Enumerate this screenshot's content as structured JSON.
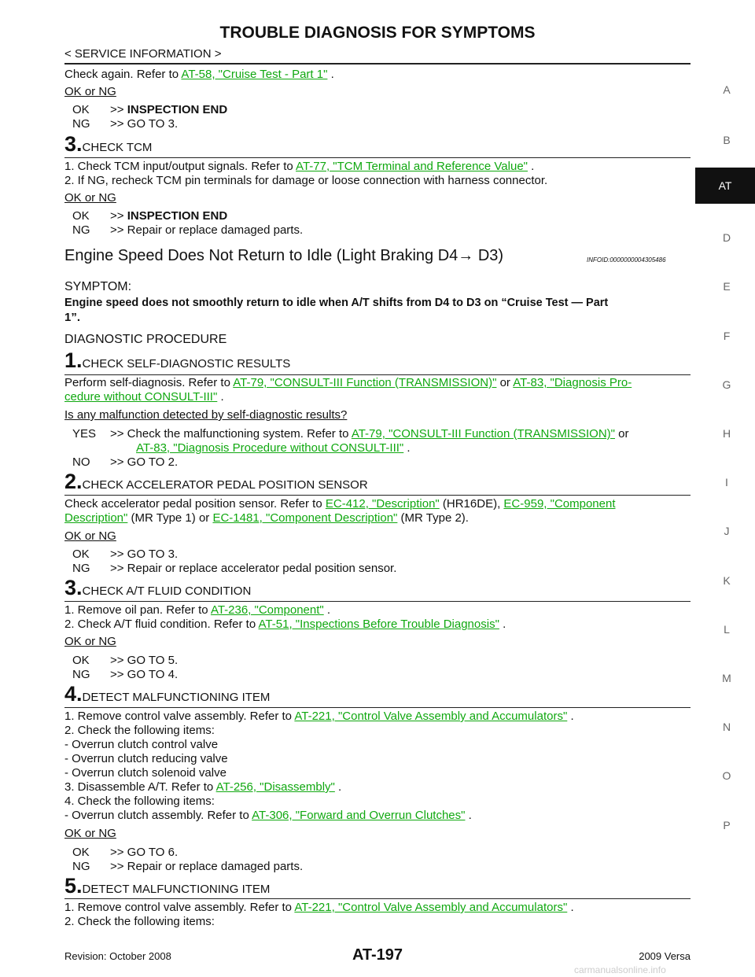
{
  "header": {
    "title": "TROUBLE DIAGNOSIS FOR SYMPTOMS",
    "section": "< SERVICE INFORMATION >"
  },
  "side_tabs": [
    "A",
    "B",
    "AT",
    "D",
    "E",
    "F",
    "G",
    "H",
    "I",
    "J",
    "K",
    "L",
    "M",
    "N",
    "O",
    "P"
  ],
  "active_tab": "AT",
  "content": {
    "l1a": "Check again. Refer to ",
    "l1link": "AT-58, \"Cruise Test - Part 1\"",
    "l1b": " .",
    "okng1": "OK or NG",
    "ok1a": "OK",
    "ok1b": ">> ",
    "ok1c": "INSPECTION END",
    "ng1a": "NG",
    "ng1b": ">> GO TO 3.",
    "s3num": "3.",
    "s3title": "CHECK TCM",
    "s3l1a": "1.  Check TCM input/output signals. Refer to ",
    "s3l1link": "AT-77, \"TCM Terminal and Reference Value\"",
    "s3l1b": " .",
    "s3l2": "2.  If NG, recheck TCM pin terminals for damage or loose connection with harness connector.",
    "okng2": "OK or NG",
    "ok2a": "OK",
    "ok2b": ">> ",
    "ok2c": "INSPECTION END",
    "ng2a": "NG",
    "ng2b": ">> Repair or replace damaged parts.",
    "h2": "Engine Speed Does Not Return to Idle (Light Braking D4→ D3)",
    "infoid": "INFOID:0000000004305486",
    "symptom_h": "SYMPTOM:",
    "symptom1": "Engine speed does not smoothly return to idle when A/T shifts from D4  to D3  on “Cruise Test — Part",
    "symptom2": "1”.",
    "diag_h": "DIAGNOSTIC PROCEDURE",
    "d1num": "1.",
    "d1title": "CHECK SELF-DIAGNOSTIC RESULTS",
    "d1l1a": "Perform self-diagnosis. Refer to ",
    "d1l1link1": "AT-79, \"CONSULT-III Function (TRANSMISSION)\"",
    "d1l1b": "  or ",
    "d1l1link2": "AT-83, \"Diagnosis Pro-",
    "d1l2link": "cedure without CONSULT-III\"",
    "d1l2b": " .",
    "d1q": "Is any malfunction detected by self-diagnostic results?",
    "yes_a": "YES",
    "yes_b": ">> Check the malfunctioning system. Refer to ",
    "yes_link": "AT-79, \"CONSULT-III Function (TRANSMISSION)\"",
    "yes_c": "  or",
    "yes_link2": "AT-83, \"Diagnosis Procedure without CONSULT-III\"",
    "yes_d": " .",
    "no_a": "NO",
    "no_b": ">> GO TO 2.",
    "d2num": "2.",
    "d2title": "CHECK ACCELERATOR PEDAL POSITION SENSOR",
    "d2l1a": "Check  accelerator  pedal  position  sensor.  Refer  to  ",
    "d2l1link1": "EC-412, \"Description\"",
    "d2l1b": "  (HR16DE),  ",
    "d2l1link2": "EC-959, \"Component",
    "d2l2link1": "Description\"",
    "d2l2a": " (MR Type 1) or ",
    "d2l2link2": "EC-1481, \"Component Description\"",
    "d2l2b": " (MR Type 2).",
    "okng3": "OK or NG",
    "ok3a": "OK",
    "ok3b": ">> GO TO 3.",
    "ng3a": "NG",
    "ng3b": ">> Repair or replace accelerator pedal position sensor.",
    "d3num": "3.",
    "d3title": "CHECK A/T FLUID CONDITION",
    "d3l1a": "1.  Remove oil pan. Refer to ",
    "d3l1link": "AT-236, \"Component\"",
    "d3l1b": " .",
    "d3l2a": "2.  Check A/T fluid condition. Refer to ",
    "d3l2link": "AT-51, \"Inspections Before Trouble Diagnosis\"",
    "d3l2b": " .",
    "okng4": "OK or NG",
    "ok4a": "OK",
    "ok4b": ">> GO TO 5.",
    "ng4a": "NG",
    "ng4b": ">> GO TO 4.",
    "d4num": "4.",
    "d4title": "DETECT MALFUNCTIONING ITEM",
    "d4l1a": "1.  Remove control valve assembly. Refer to ",
    "d4l1link": "AT-221, \"Control Valve Assembly and Accumulators\"",
    "d4l1b": " .",
    "d4l2": "2.  Check the following items:",
    "d4l3": "-    Overrun clutch control valve",
    "d4l4": "-    Overrun clutch reducing valve",
    "d4l5": "-    Overrun clutch solenoid valve",
    "d4l6a": "3.  Disassemble A/T. Refer to ",
    "d4l6link": "AT-256, \"Disassembly\"",
    "d4l6b": " .",
    "d4l7": "4.  Check the following items:",
    "d4l8a": "-    Overrun clutch assembly. Refer to ",
    "d4l8link": "AT-306, \"Forward and Overrun Clutches\"",
    "d4l8b": " .",
    "okng5": "OK or NG",
    "ok5a": "OK",
    "ok5b": ">> GO TO 6.",
    "ng5a": "NG",
    "ng5b": ">> Repair or replace damaged parts.",
    "d5num": "5.",
    "d5title": "DETECT MALFUNCTIONING ITEM",
    "d5l1a": "1.  Remove control valve assembly. Refer to ",
    "d5l1link": "AT-221, \"Control Valve Assembly and Accumulators\"",
    "d5l1b": " .",
    "d5l2": "2.  Check the following items:"
  },
  "footer": {
    "revision": "Revision: October 2008",
    "page": "AT-197",
    "model": "2009 Versa",
    "watermark": "carmanualsonline.info"
  }
}
